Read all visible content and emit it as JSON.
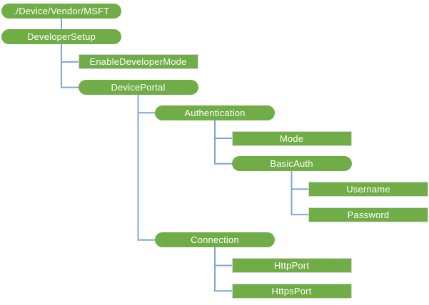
{
  "diagram": {
    "colors": {
      "background": "#ffffff",
      "node_fill": "#70ad47",
      "node_text": "#ffffff",
      "leaf_border": "#d8d8d8",
      "connector": "#7da7d9"
    },
    "nodes": [
      {
        "id": "root",
        "label": "./Device/Vendor/MSFT",
        "shape": "pill",
        "level": 0,
        "row": 0
      },
      {
        "id": "developersetup",
        "label": "DeveloperSetup",
        "shape": "pill",
        "level": 0,
        "row": 1
      },
      {
        "id": "enabledevelopermode",
        "label": "EnableDeveloperMode",
        "shape": "rect",
        "level": 1,
        "row": 2
      },
      {
        "id": "deviceportal",
        "label": "DevicePortal",
        "shape": "pill",
        "level": 1,
        "row": 3
      },
      {
        "id": "authentication",
        "label": "Authentication",
        "shape": "pill",
        "level": 2,
        "row": 4
      },
      {
        "id": "mode",
        "label": "Mode",
        "shape": "rect",
        "level": 3,
        "row": 5
      },
      {
        "id": "basicauth",
        "label": "BasicAuth",
        "shape": "pill",
        "level": 3,
        "row": 6
      },
      {
        "id": "username",
        "label": "Username",
        "shape": "rect",
        "level": 4,
        "row": 7
      },
      {
        "id": "password",
        "label": "Password",
        "shape": "rect",
        "level": 4,
        "row": 8
      },
      {
        "id": "connection",
        "label": "Connection",
        "shape": "pill",
        "level": 2,
        "row": 9
      },
      {
        "id": "httpport",
        "label": "HttpPort",
        "shape": "rect",
        "level": 3,
        "row": 10
      },
      {
        "id": "httpsport",
        "label": "HttpsPort",
        "shape": "rect",
        "level": 3,
        "row": 11
      }
    ],
    "edges": [
      {
        "from": "root",
        "to": "developersetup"
      },
      {
        "from": "developersetup",
        "to": "enabledevelopermode"
      },
      {
        "from": "developersetup",
        "to": "deviceportal"
      },
      {
        "from": "deviceportal",
        "to": "authentication"
      },
      {
        "from": "authentication",
        "to": "mode"
      },
      {
        "from": "authentication",
        "to": "basicauth"
      },
      {
        "from": "basicauth",
        "to": "username"
      },
      {
        "from": "basicauth",
        "to": "password"
      },
      {
        "from": "deviceportal",
        "to": "connection"
      },
      {
        "from": "connection",
        "to": "httpport"
      },
      {
        "from": "connection",
        "to": "httpsport"
      }
    ]
  }
}
